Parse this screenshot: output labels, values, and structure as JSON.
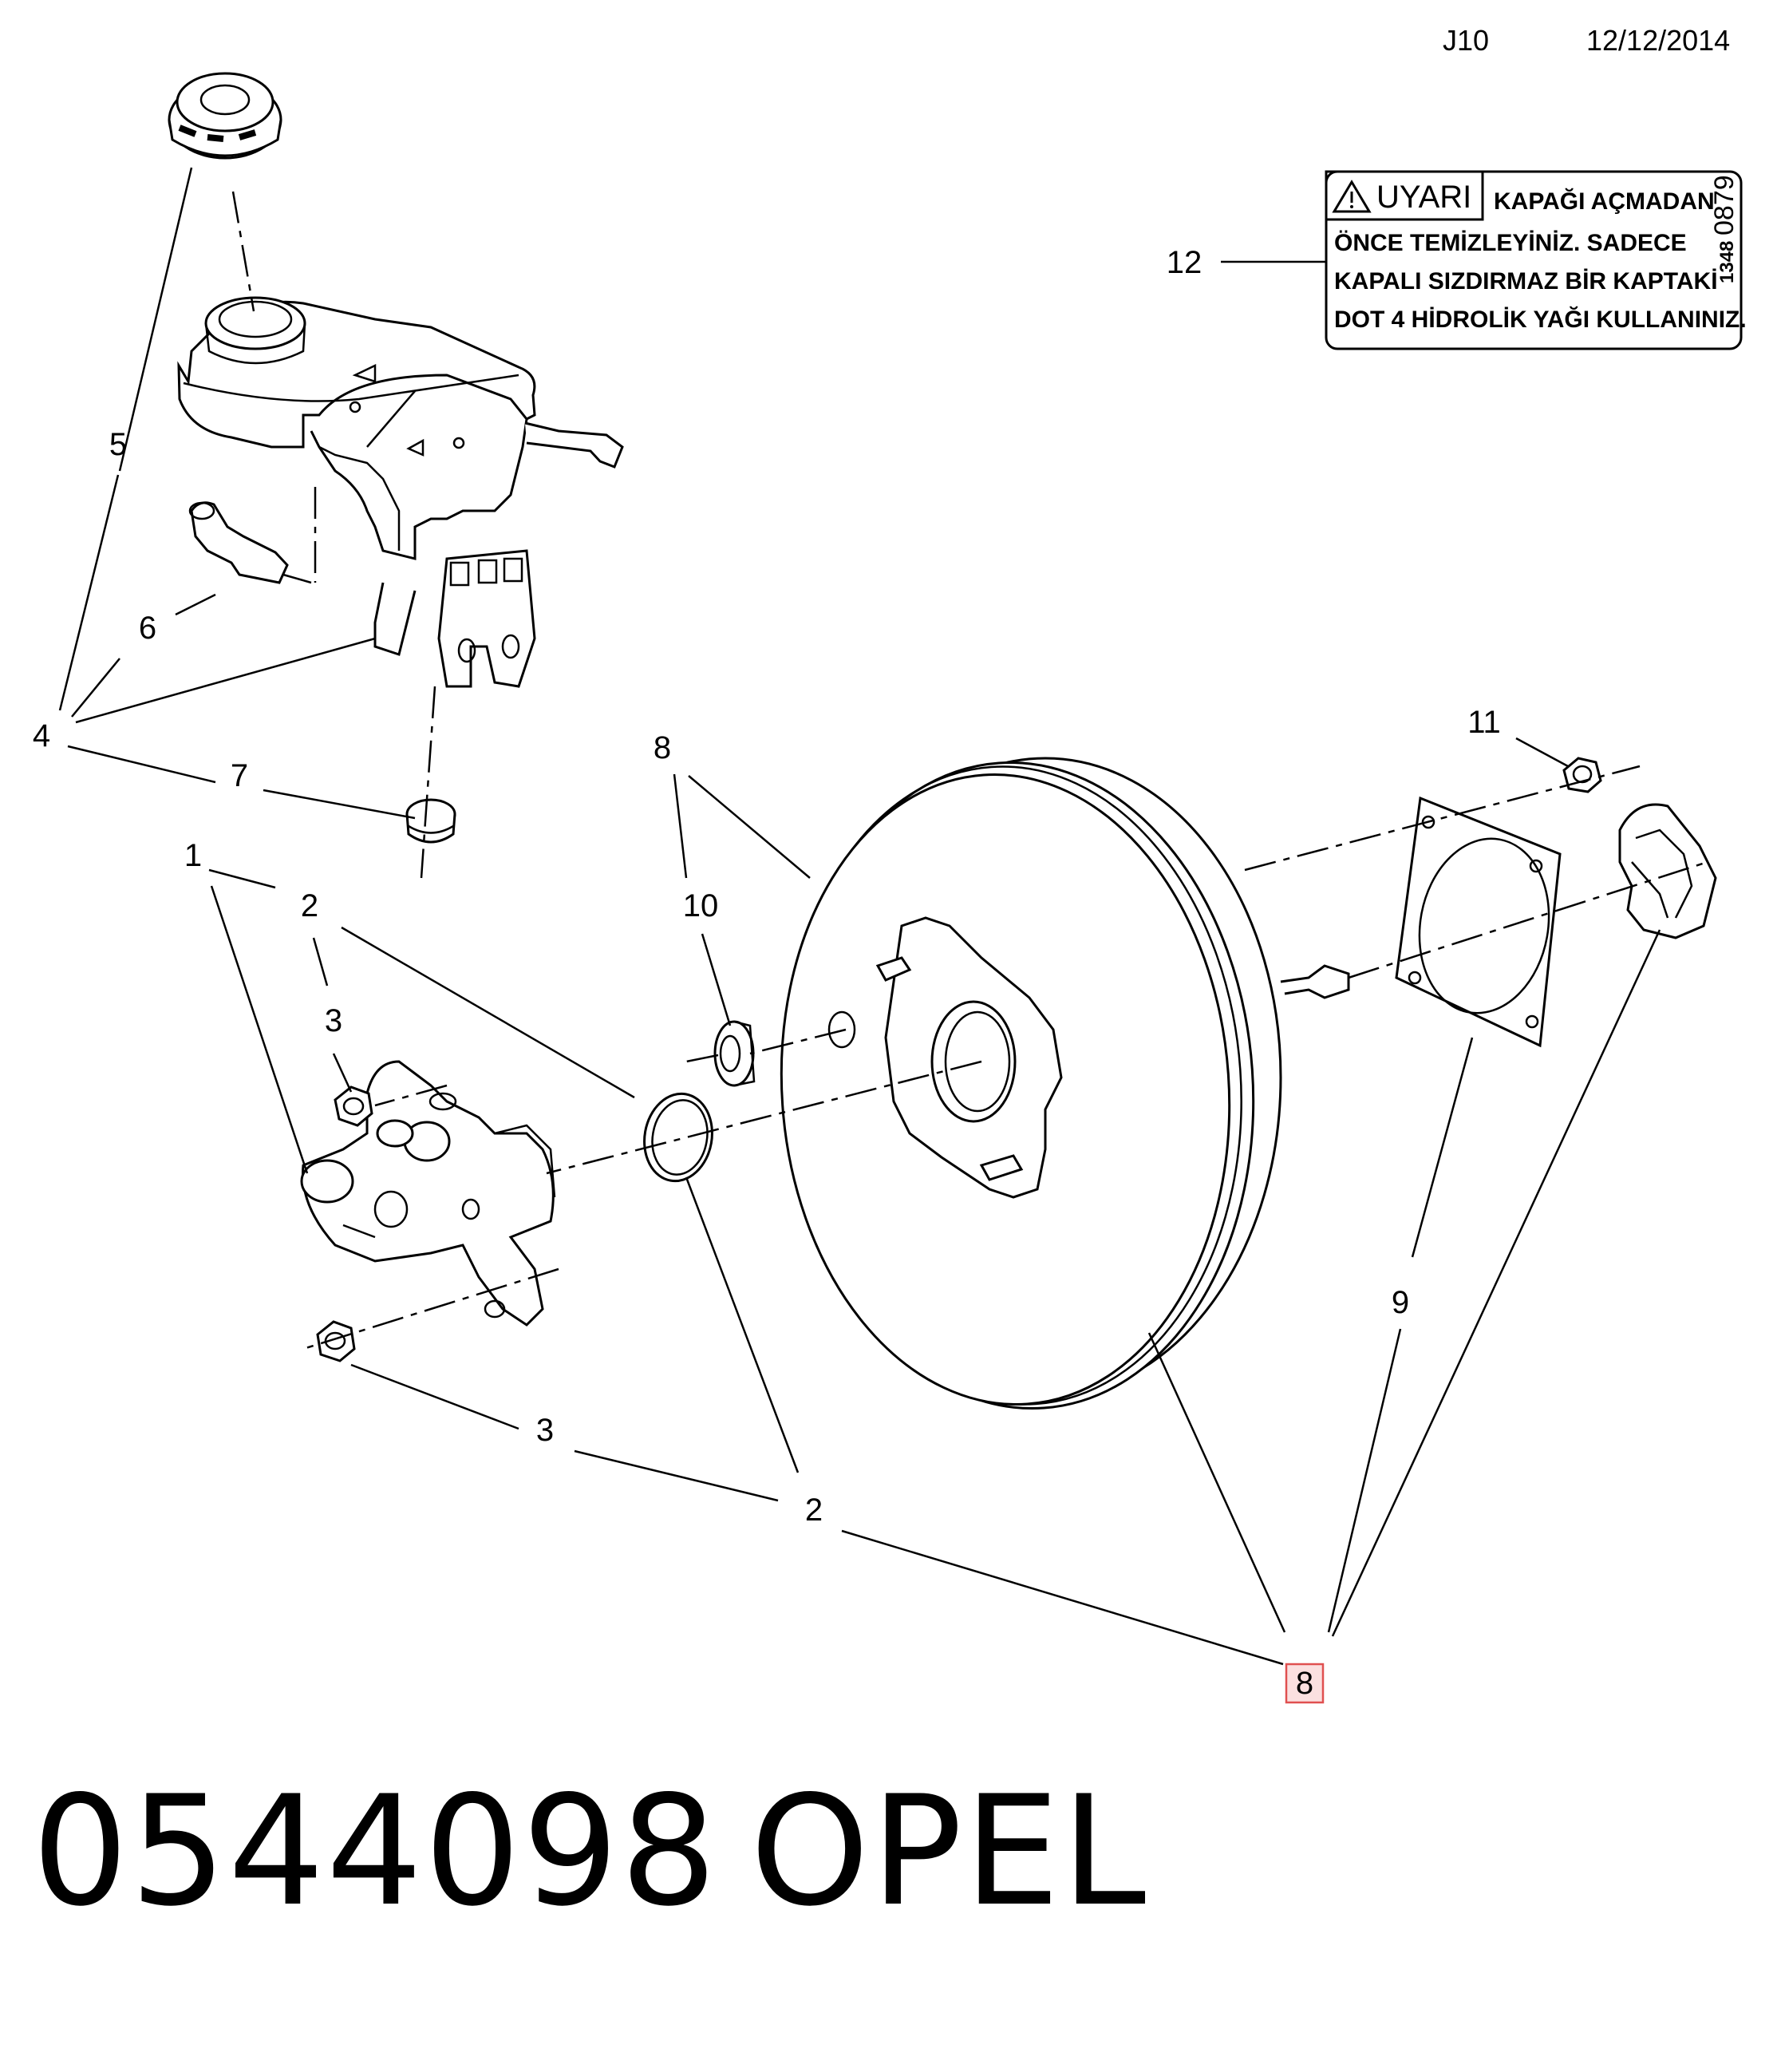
{
  "header": {
    "code": "J10",
    "date": "12/12/2014"
  },
  "label": {
    "warning_title": "UYARI",
    "lines": [
      "KAPAĞI AÇMADAN",
      "ÖNCE TEMİZLEYİNİZ. SADECE",
      "KAPALI SIZDIRMAZ BİR KAPTAKİ",
      "DOT 4 HİDROLİK YAĞI KULLANINIZ."
    ],
    "code_small": "1348",
    "code_large": "0879"
  },
  "callouts": {
    "c1": "1",
    "c2a": "2",
    "c2b": "2",
    "c3a": "3",
    "c3b": "3",
    "c4": "4",
    "c5": "5",
    "c6": "6",
    "c7": "7",
    "c8a": "8",
    "c8b": "8",
    "c9": "9",
    "c10": "10",
    "c11": "11",
    "c12": "12"
  },
  "footer": {
    "part_number": "0544098",
    "brand": "OPEL"
  },
  "colors": {
    "highlight_fill": "#fbe0e0",
    "highlight_stroke": "#e05050"
  }
}
